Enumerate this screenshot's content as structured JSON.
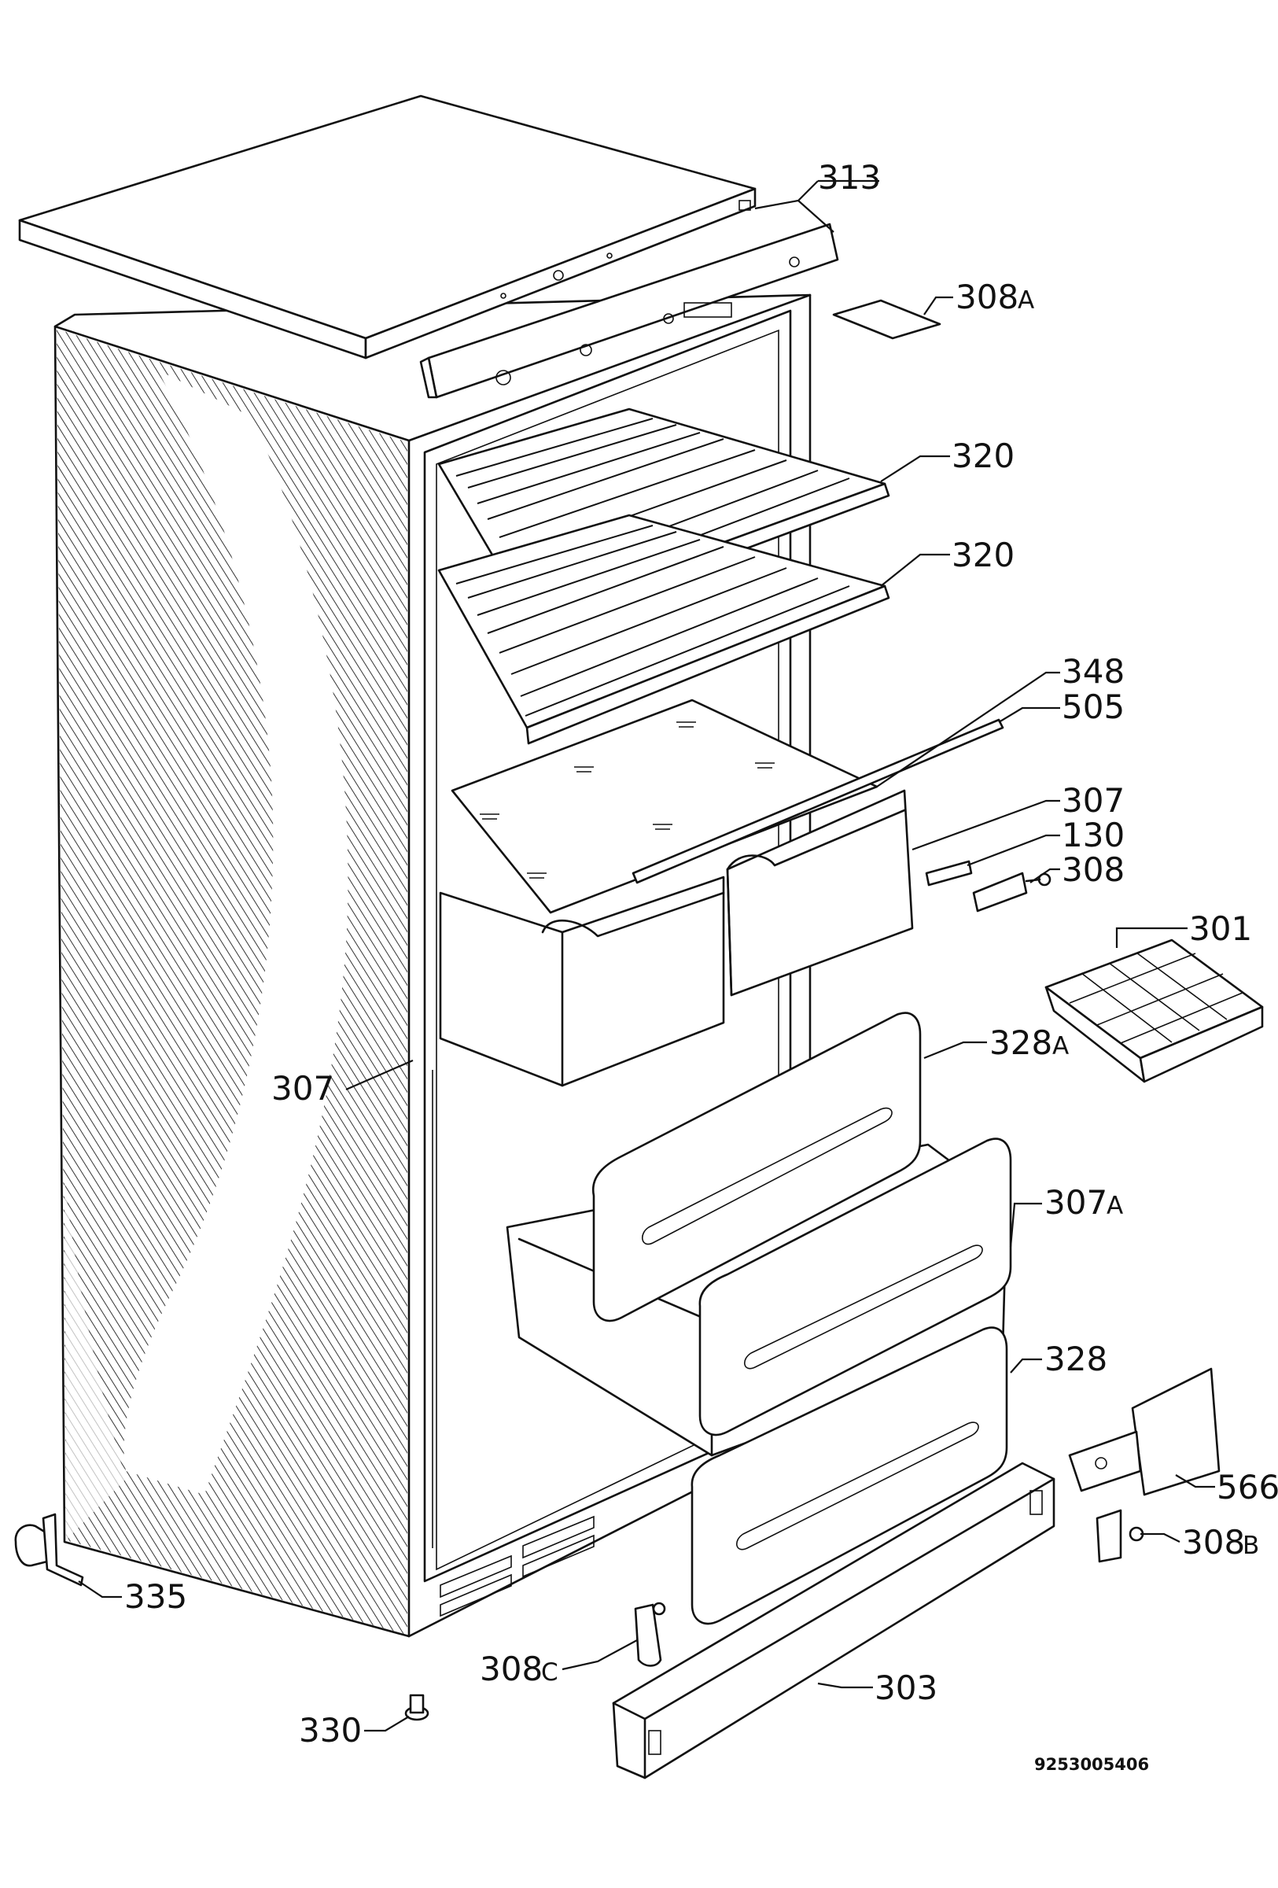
{
  "callouts": {
    "p313": "313",
    "p308a": "308",
    "p308a_suffix": "A",
    "p320_upper": "320",
    "p320_lower": "320",
    "p348": "348",
    "p505": "505",
    "p307_right": "307",
    "p130": "130",
    "p308": "308",
    "p301": "301",
    "p328a": "328",
    "p328a_suffix": "A",
    "p307_left": "307",
    "p307a": "307",
    "p307a_suffix": "A",
    "p328": "328",
    "p566": "566",
    "p308b": "308",
    "p308b_suffix": "B",
    "p335": "335",
    "p308c": "308",
    "p308c_suffix": "C",
    "p303": "303",
    "p330": "330"
  },
  "drawing_number": "9253005406"
}
